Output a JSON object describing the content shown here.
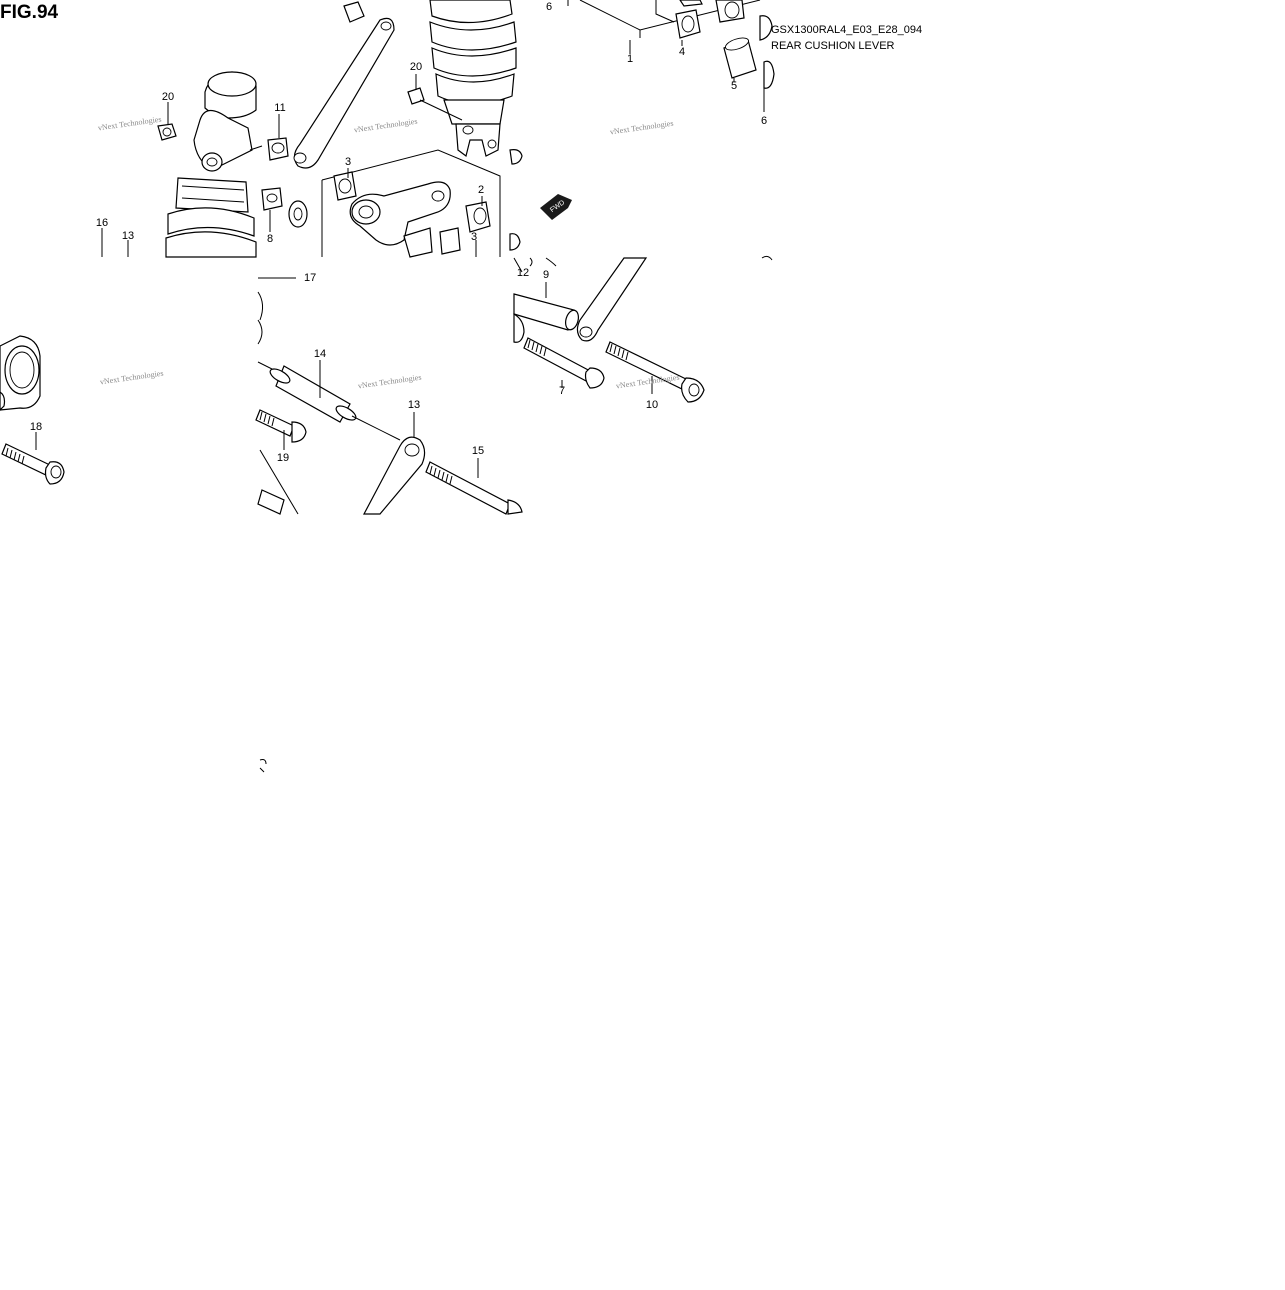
{
  "figure": {
    "title": "FIG.94",
    "code": "GSX1300RAL4_E03_E28_094",
    "name": "REAR CUSHION LEVER"
  },
  "watermark": {
    "text": "vNext Technologies"
  },
  "fwd_label": "FWD",
  "callouts": [
    "1",
    "2",
    "3",
    "3",
    "4",
    "5",
    "6",
    "6",
    "7",
    "8",
    "9",
    "10",
    "11",
    "12",
    "13",
    "13",
    "14",
    "15",
    "16",
    "17",
    "18",
    "19",
    "20",
    "20"
  ]
}
